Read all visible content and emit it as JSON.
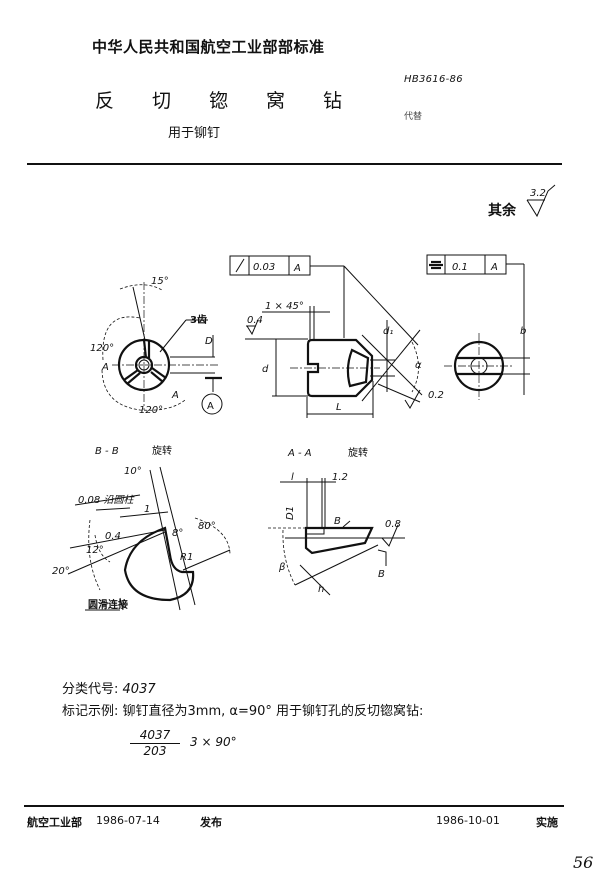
{
  "header": {
    "organization": "中华人民共和国航空工业部部标准",
    "title": "反切锪窝钻",
    "subtitle": "用于铆钉",
    "standard_number": "HB3616-86",
    "replaces_label": "代替"
  },
  "surface_roughness": {
    "rest_label": "其余",
    "value": "3.2"
  },
  "tolerance_frames": [
    {
      "symbol": "runout",
      "value": "0.03",
      "datum": "A"
    },
    {
      "symbol": "symmetry",
      "value": "0.1",
      "datum": "A"
    }
  ],
  "drawing_labels": {
    "end_view": {
      "angle_top": "15°",
      "angle_left": "120°",
      "angle_bottom": "120°",
      "teeth": "3齿",
      "dim_D": "D",
      "section_mark": "A",
      "datum": "A"
    },
    "side_view": {
      "chamfer": "1 × 45°",
      "roughness_left": "0.4",
      "dim_d": "d",
      "dim_d1": "d₁",
      "dim_L": "L",
      "angle_alpha": "α",
      "roughness_right": "0.2"
    },
    "front_view": {
      "dim_b": "b"
    },
    "section_bb": {
      "title": "B - B",
      "rotated": "旋转",
      "angle_10": "10°",
      "margin_label": "0.08 沿圆柱",
      "dim_1": "1",
      "roughness": "0.4",
      "angle_12": "12°",
      "angle_20": "20°",
      "angle_80": "80°",
      "angle_8": "8°",
      "radius": "R1",
      "smooth_label": "圆滑连接"
    },
    "section_aa": {
      "title": "A - A",
      "rotated": "旋转",
      "dim_l": "l",
      "dim_12": "1.2",
      "dim_D1": "D1",
      "section_mark": "B",
      "roughness": "0.8",
      "angle_beta": "β",
      "dim_h": "h"
    }
  },
  "notes": {
    "classification_label": "分类代号:",
    "classification_value": "4037",
    "marking_label": "标记示例:",
    "marking_text": "铆钉直径为3mm, α=90° 用于铆钉孔的反切锪窝钻:",
    "marking_numerator": "4037",
    "marking_denominator": "203",
    "marking_spec": "3 × 90°"
  },
  "footer": {
    "issuer": "航空工业部",
    "issue_date": "1986-07-14",
    "issue_label": "发布",
    "effective_date": "1986-10-01",
    "effective_label": "实施"
  },
  "page_number": "56"
}
